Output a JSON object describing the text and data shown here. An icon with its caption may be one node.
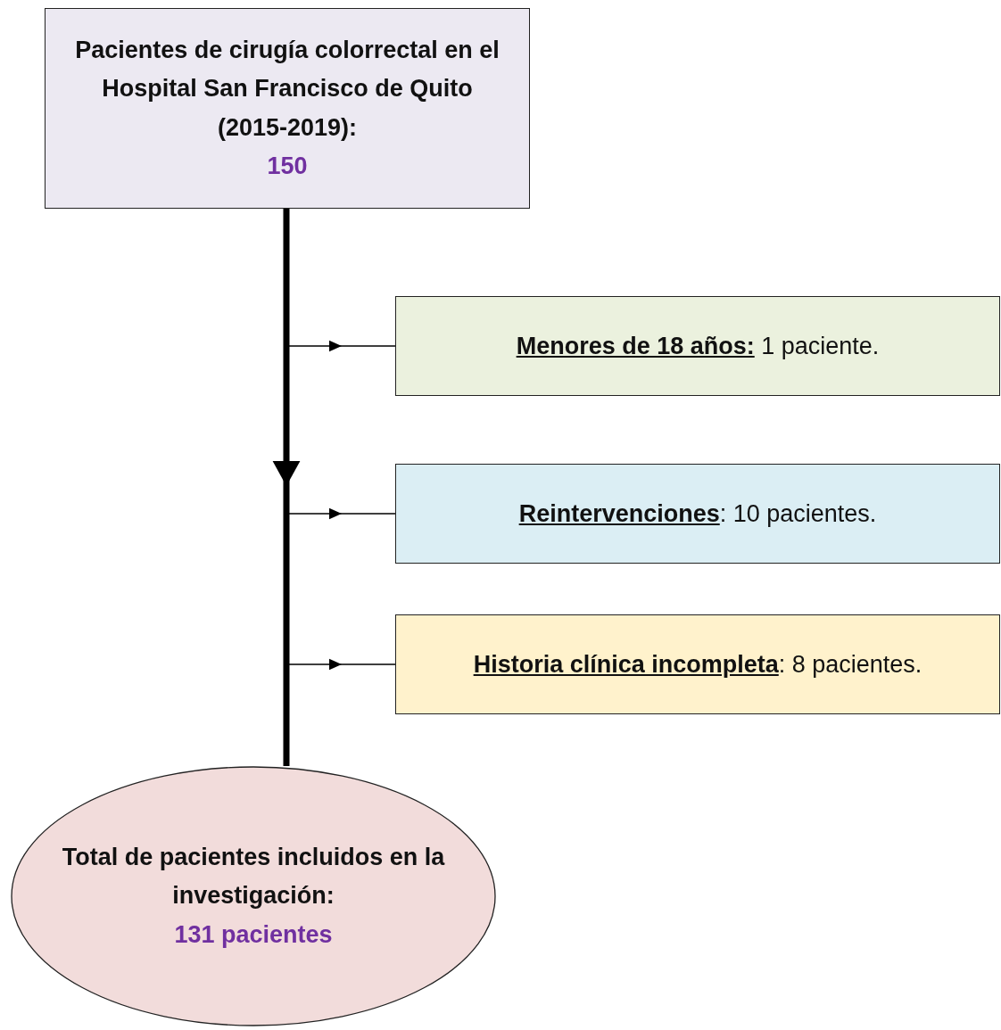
{
  "diagram": {
    "nodes": [
      {
        "text": [
          "Pacientes de cirugía colorrectal en el Hospital San Francisco de Quito (2015-2019):",
          "150"
        ]
      },
      {
        "text": [
          "**Menores de 18 años:** 1 paciente."
        ]
      },
      {
        "text": [
          "**Reintervenciones**: 10 pacientes."
        ]
      },
      {
        "text": [
          "**Historia clínica incompleta**: 8 pacientes."
        ]
      },
      {
        "text": [
          "Total de pacientes incluidos en la investigación:",
          "131 pacientes"
        ]
      }
    ],
    "edges": [
      {
        "from": 0,
        "to": 4,
        "arrow": "to",
        "style": "thick"
      },
      {
        "from": 0,
        "to": 1,
        "arrow": "to"
      },
      {
        "from": 0,
        "to": 2,
        "arrow": "to"
      },
      {
        "from": 0,
        "to": 3,
        "arrow": "to"
      }
    ]
  }
}
